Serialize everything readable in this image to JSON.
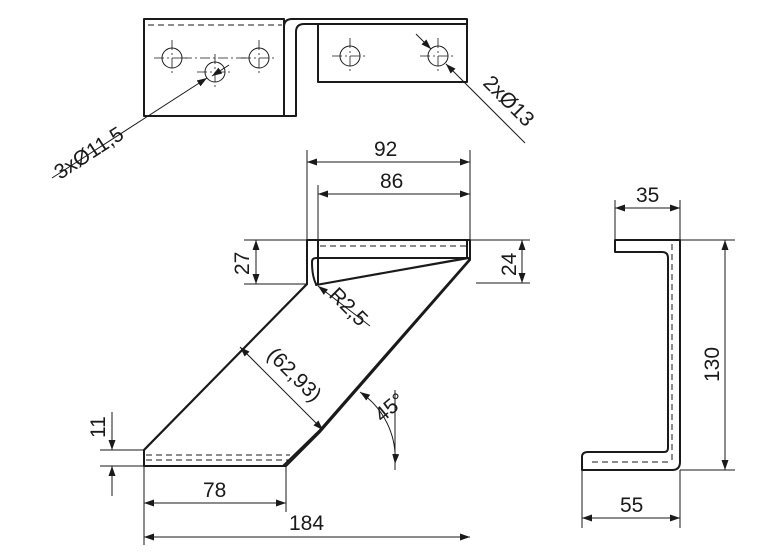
{
  "dimensions": {
    "holes_left": "3xØ11,5",
    "holes_right": "2xØ13",
    "top_width_92": "92",
    "top_width_86": "86",
    "height_27": "27",
    "height_24": "24",
    "radius": "R2,5",
    "slant_length": "(62,93)",
    "angle": "45°",
    "thickness_11": "11",
    "bottom_78": "78",
    "overall_184": "184",
    "side_35": "35",
    "side_130": "130",
    "side_55": "55"
  }
}
